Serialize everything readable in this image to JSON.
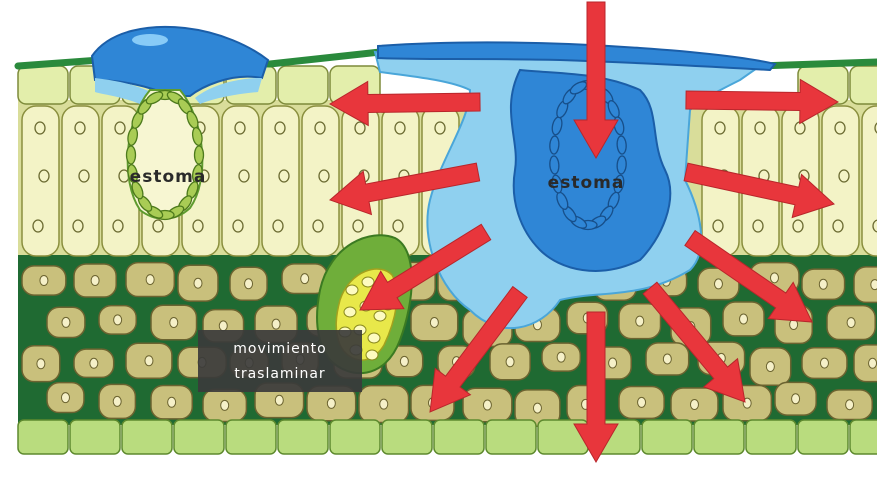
{
  "labels": {
    "stoma_left": "estoma",
    "stoma_right": "estoma",
    "movement_line1": "movimiento",
    "movement_line2": "traslaminar"
  },
  "colors": {
    "epidermis": "#e3eeab",
    "palisade": "#f3f3c6",
    "spongy": "#c9c07c",
    "air_space": "#1f6a32",
    "cuticle": "#2a8a3c",
    "liquid_light": "#8fd0ef",
    "liquid_dark": "#2f86d6",
    "arrow": "#e8363c",
    "label_box": "#3b3b3b"
  },
  "icons": [
    "arrow-icon",
    "water-drop-icon",
    "guard-cell-icon",
    "vascular-bundle-icon"
  ]
}
